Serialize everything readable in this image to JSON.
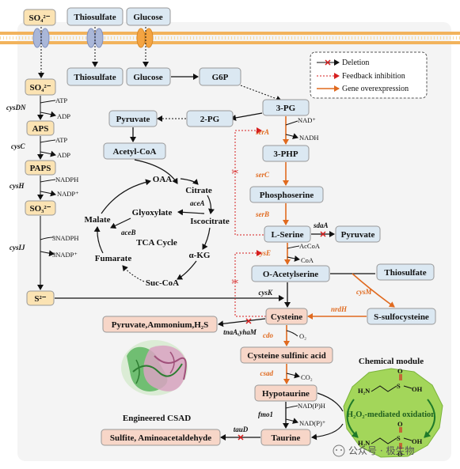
{
  "colors": {
    "blue_box": "#dbe8f2",
    "peach_box": "#f7d6c8",
    "yellow_box": "#fbe3b3",
    "chem_module": "#a3d65a",
    "overexpression": "#e06a1f",
    "feedback": "#d61f1f",
    "membrane": "#f2b35c"
  },
  "legend": {
    "deletion": "Deletion",
    "feedback": "Feedback inhibition",
    "overexpression": "Gene overexpression"
  },
  "membrane_inputs": {
    "sulfate": "SO₄²⁻",
    "thiosulfate_out": "Thiosulfate",
    "glucose_out": "Glucose",
    "thiosulfate_in": "Thiosulfate",
    "glucose_in": "Glucose"
  },
  "sulfur_path": {
    "so4": "SO₄²⁻",
    "cysdn": "cysDN",
    "atp1": "ATP",
    "adp1": "ADP",
    "aps": "APS",
    "cysc": "cysC",
    "atp2": "ATP",
    "adp2": "ADP",
    "paps": "PAPS",
    "cysh": "cysH",
    "nadph": "NADPH",
    "nadp": "NADP⁺",
    "so3": "SO₃²⁻",
    "cysij": "cysIJ",
    "nadph3": "3NADPH",
    "nadp3": "3NADP⁺",
    "s2": "S²⁻"
  },
  "glycolysis": {
    "g6p": "G6P",
    "pg3": "3-PG",
    "pg2": "2-PG",
    "pyruvate": "Pyruvate",
    "acetylcoa": "Acetyl-CoA",
    "sera": "serA",
    "nad": "NAD⁺",
    "nadh": "NADH",
    "php": "3-PHP",
    "serc": "serC",
    "phosphoserine": "Phosphoserine",
    "serb": "serB",
    "lserine": "L-Serine",
    "sdaa": "sdaA",
    "pyruvate2": "Pyruvate"
  },
  "tca": {
    "oaa": "OAA",
    "citrate": "Citrate",
    "isocitrate": "Iscocitrate",
    "akg": "α-KG",
    "succoa": "Suc-CoA",
    "fumarate": "Fumarate",
    "malate": "Malate",
    "glyoxylate": "Glyoxylate",
    "acea": "aceA",
    "aceb": "aceB",
    "title": "TCA Cycle"
  },
  "cysteine_path": {
    "cyse": "cysE",
    "acecoa": "AcCoA",
    "coa": "CoA",
    "oacetylserine": "O-Acetylserine",
    "thiosulfate": "Thiosulfate",
    "cysm": "cysM",
    "ssulfocysteine": "S-sulfocysteine",
    "nrdh": "nrdH",
    "cysk": "cysK",
    "cysteine": "Cysteine",
    "degradation": "Pyruvate,Ammonium,H₂S",
    "tnaa": "tnaA,yhaM",
    "cdo": "cdo",
    "o2": "O₂",
    "csa": "Cysteine sulfinic acid",
    "csad": "csad",
    "co2": "CO₂",
    "hypotaurine": "Hypotaurine",
    "fmo1": "fmo1",
    "nadph": "NAD(P)H",
    "nadp": "NAD(P)⁺",
    "taurine": "Taurine",
    "taud": "tauD",
    "sulfite": "Sulfite, Aminoacetaldehyde"
  },
  "protein_label": "Engineered  CSAD",
  "chemical": {
    "title": "Chemical module",
    "h2n_top": "H₂N",
    "oh_top": "OH",
    "s_top": "S",
    "o_top": "O",
    "oxidation_label": "H₂O₂-mediated oxidation",
    "h2n_bottom": "H₂N",
    "oh_bottom": "OH",
    "s_bottom": "S",
    "o1_bottom": "O",
    "o2_bottom": "O"
  },
  "watermark": "公众号 · 极生物"
}
